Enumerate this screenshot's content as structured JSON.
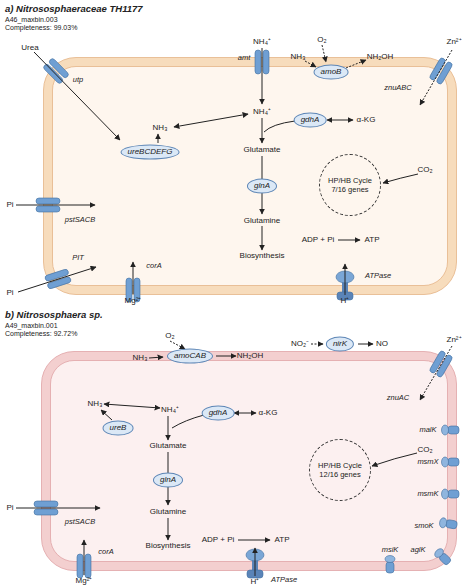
{
  "diagram": {
    "nodes": [
      {
        "text": [
          "a) Nitrososphaeraceae TH1177",
          "A46_maxbin.003 Completeness: 99.03%"
        ]
      },
      {
        "text": [
          "amoB"
        ],
        "in": 0
      },
      {
        "text": [
          "ureBCDEFG"
        ],
        "in": 0
      },
      {
        "text": [
          "gdhA"
        ],
        "in": 0
      },
      {
        "text": [
          "glnA"
        ],
        "in": 0
      },
      {
        "text": [
          "HP/HB Cycle",
          "7/16 genes"
        ],
        "in": 0
      },
      {
        "text": [
          "b) Nitrososphaera sp.",
          "A49_maxbin.001 Completeness: 92.72%"
        ]
      },
      {
        "text": [
          "amoCAB"
        ],
        "in": 6
      },
      {
        "text": [
          "nirK"
        ],
        "in": 6
      },
      {
        "text": [
          "ureB"
        ],
        "in": 6
      },
      {
        "text": [
          "gdhA"
        ],
        "in": 6
      },
      {
        "text": [
          "glnA"
        ],
        "in": 6
      },
      {
        "text": [
          "HP/HB Cycle",
          "12/16 genes"
        ],
        "in": 6
      }
    ],
    "labels": [
      "NH₄⁺",
      "amt",
      "O₂",
      "NH₃",
      "NH₂OH",
      "Urea",
      "utp",
      "NH₃",
      "NH₄⁺",
      "α-KG",
      "Glutamate",
      "Glutamine",
      "Biosynthesis",
      "Zn²⁺",
      "znuABC",
      "CO₂",
      "Pi",
      "pstSACB",
      "Pi",
      "PIT",
      "corA",
      "Mg²⁺",
      "ADP + Pi",
      "ATP",
      "ATPase",
      "H⁺",
      "O₂",
      "NH₃",
      "NH₂OH",
      "NO₂⁻",
      "NO",
      "Zn²⁺",
      "znuAC",
      "NH₃",
      "NH₄⁺",
      "α-KG",
      "Glutamate",
      "Glutamine",
      "Biosynthesis",
      "CO₂",
      "Pi",
      "pstSACB",
      "corA",
      "Mg²⁺",
      "ADP + Pi",
      "ATP",
      "ATPase",
      "H⁺",
      "malK",
      "msmX",
      "msmK",
      "smoK",
      "aglK",
      "msiK"
    ]
  }
}
